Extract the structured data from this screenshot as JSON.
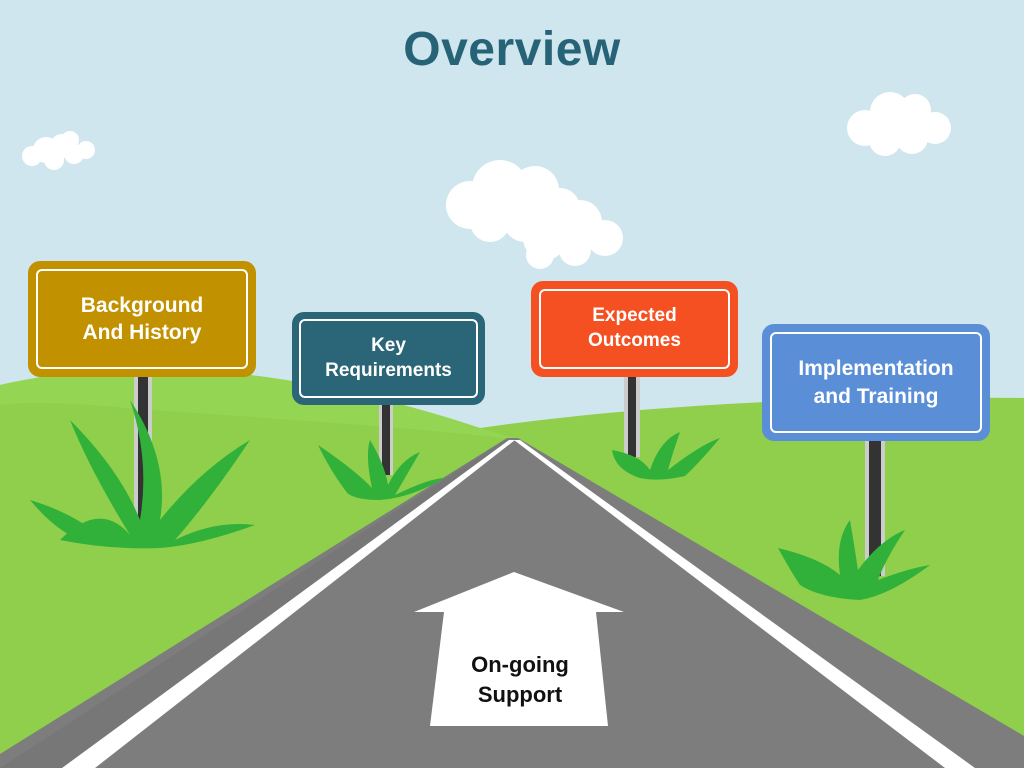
{
  "title": "Overview",
  "signs": [
    {
      "line1": "Background",
      "line2": "And History",
      "color": "#c29100"
    },
    {
      "line1": "Key",
      "line2": "Requirements",
      "color": "#2a6677"
    },
    {
      "line1": "Expected",
      "line2": "Outcomes",
      "color": "#f45022"
    },
    {
      "line1": "Implementation",
      "line2": "and Training",
      "color": "#5a8fd8"
    }
  ],
  "arrow": {
    "line1": "On-going",
    "line2": "Support"
  },
  "colors": {
    "sky": "#cfe6ee",
    "grass": "#8fcf4b",
    "road": "#808080",
    "title": "#276377",
    "post": "#333333"
  }
}
